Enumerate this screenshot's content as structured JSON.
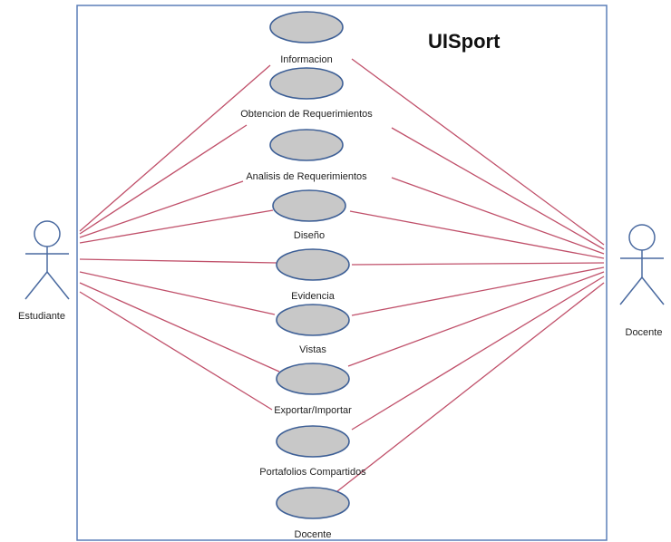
{
  "title": "UISport",
  "actors": {
    "left": {
      "name": "Estudiante"
    },
    "right": {
      "name": "Docente"
    }
  },
  "use_cases": [
    "Informacion",
    "Obtencion de Requerimientos",
    "Analisis de Requerimientos",
    "Diseño",
    "Evidencia",
    "Vistas",
    "Exportar/Importar",
    "Portafolios Compartidos",
    "Docente"
  ],
  "colors": {
    "system_border": "#5b7fb8",
    "association_line": "#c0506a",
    "use_case_fill": "#c8c8c8",
    "use_case_stroke": "#3d5f96",
    "actor_stroke": "#4a6aa0"
  }
}
